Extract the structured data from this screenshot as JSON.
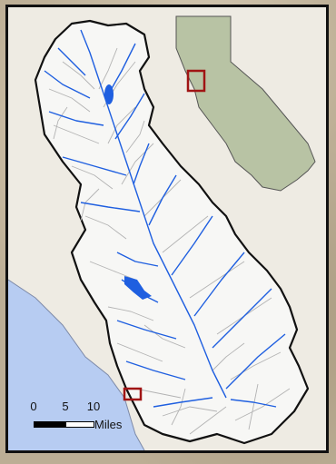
{
  "map": {
    "colors": {
      "land": "#eeebe3",
      "ocean": "#b7ccf2",
      "watershed_fill": "#f7f7f5",
      "watershed_outline": "#111111",
      "main_streams": "#1f5fe0",
      "minor_streams": "#b3b3b3",
      "locator_state": "#b8c3a4",
      "locator_outline": "#555555",
      "extent_box": "#a01414"
    },
    "scale_bar": {
      "ticks": [
        "0",
        "5",
        "10"
      ],
      "units": "Miles"
    }
  }
}
